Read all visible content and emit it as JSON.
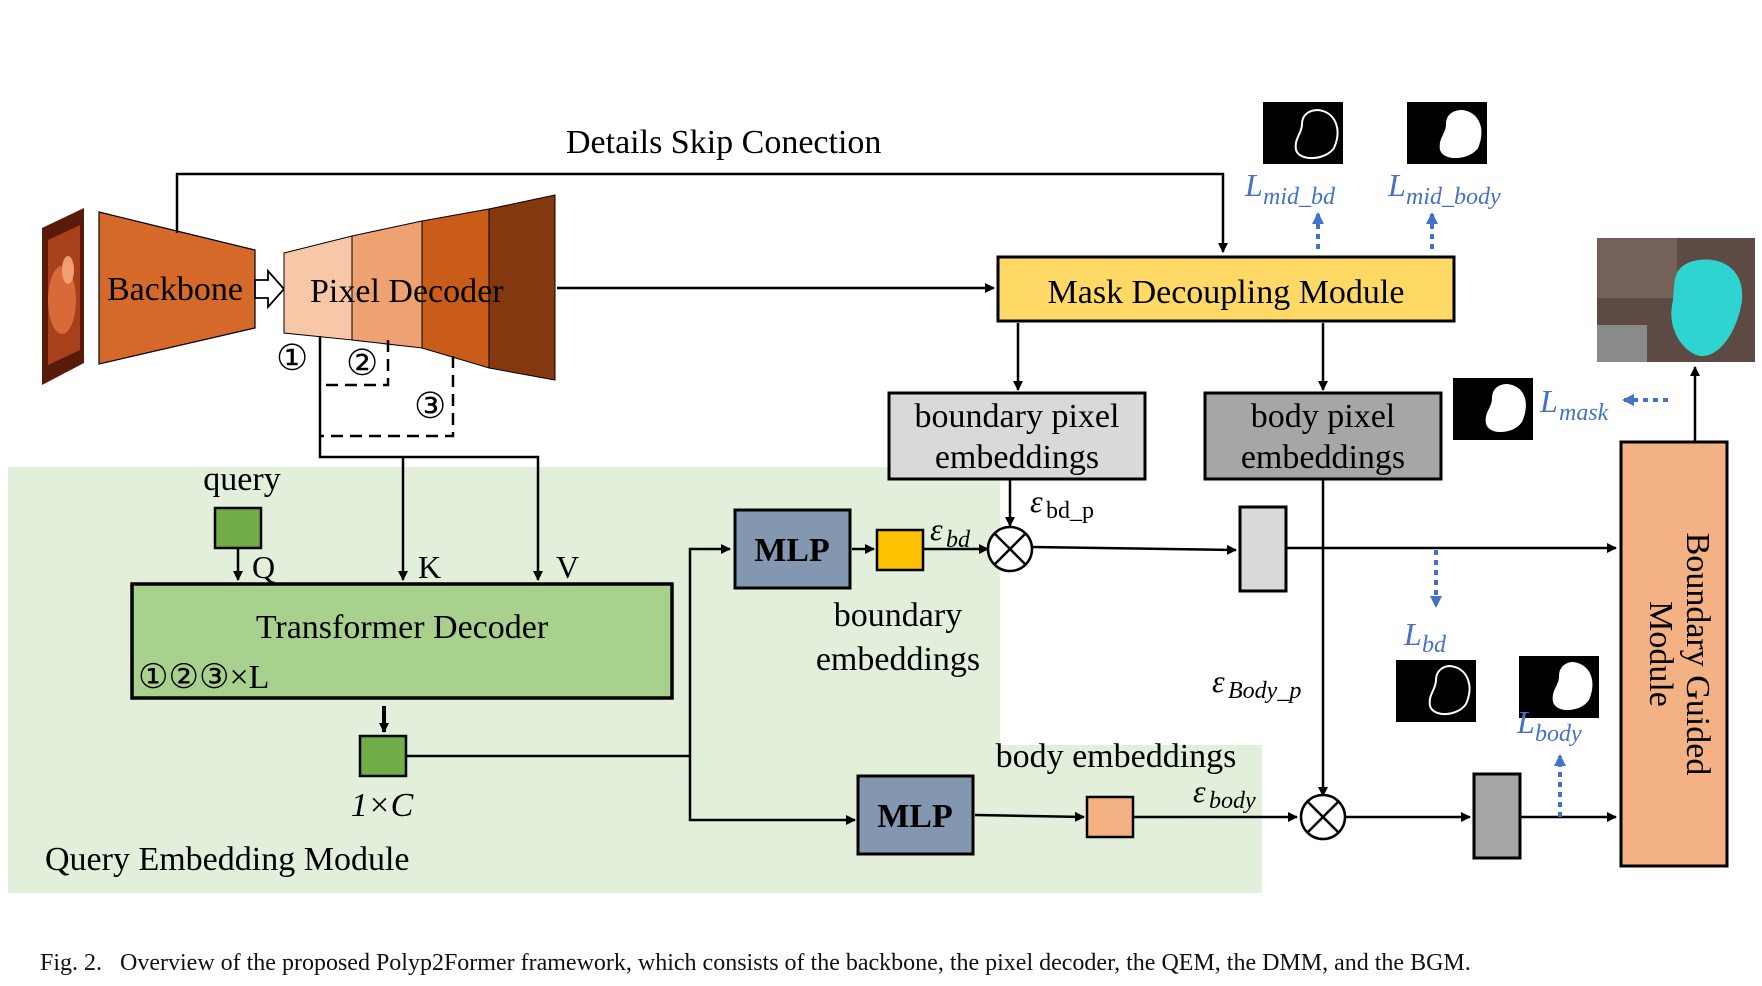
{
  "labels": {
    "skip_connection": "Details Skip Conection",
    "backbone": "Backbone",
    "pixel_decoder": "Pixel Decoder",
    "mask_decoupling": "Mask Decoupling Module",
    "boundary_pixel_line1": "boundary pixel",
    "boundary_pixel_line2": "embeddings",
    "body_pixel_line1": "body pixel",
    "body_pixel_line2": "embeddings",
    "query": "query",
    "q": "Q",
    "k": "K",
    "v": "V",
    "transformer_decoder": "Transformer Decoder",
    "transformer_repeat": "①②③×L",
    "query_out": "1×C",
    "qem": "Query Embedding Module",
    "mlp_top": "MLP",
    "mlp_bottom": "MLP",
    "boundary_emb_line1": "boundary",
    "boundary_emb_line2": "embeddings",
    "body_embeddings": "body embeddings",
    "eps_bd": "εbd",
    "eps_bd_p": "εbd_p",
    "eps_body": "εbody",
    "eps_body_p": "εBody_p",
    "bgm_line1": "Boundary Guided",
    "bgm_line2": "Module",
    "circ1": "①",
    "circ2": "②",
    "circ3": "③"
  },
  "losses": {
    "mid_bd": "Lmid_bd",
    "mid_body": "Lmid_body",
    "mask": "Lmask",
    "bd": "Lbd",
    "body": "Lbody"
  },
  "caption": {
    "fig_label": "Fig. 2.",
    "text": "Overview of the proposed Polyp2Former framework, which consists of the backbone, the pixel decoder, the QEM, the DMM, and the BGM."
  },
  "colors": {
    "qem_bg": "#e2efda",
    "backbone": "#d4692a",
    "pixel_decoder_stages": [
      "#f8c7a8",
      "#eea271",
      "#c85c18",
      "#84380f"
    ],
    "mask_decoupling": "#ffd966",
    "boundary_pixel": "#d9d9d9",
    "body_pixel": "#a6a6a6",
    "mlp": "#8497b0",
    "transformer": "#a9d18e",
    "query_square": "#70ad47",
    "boundary_embedding": "#ffc000",
    "body_embedding": "#f4b183",
    "bgm": "#f4b183",
    "loss_blue": "#4472c4"
  }
}
